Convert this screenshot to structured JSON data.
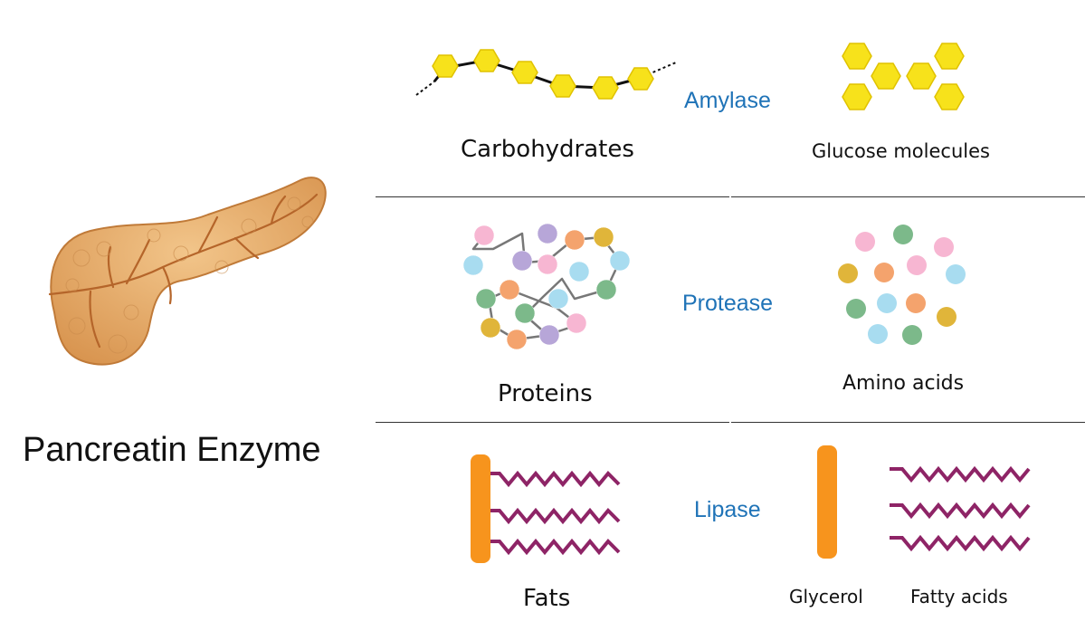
{
  "main_title": "Pancreatin Enzyme",
  "colors": {
    "enzyme_text": "#1f73b7",
    "hexagon": "#f7e21b",
    "hexagon_stroke": "#e0c200",
    "glycerol": "#f7941d",
    "fatty_acid": "#8e2466",
    "pancreas": "#e2a764",
    "amino_colors": [
      "#f7b6d2",
      "#a8dcf0",
      "#b7a6d8",
      "#f4a36d",
      "#7cb98a",
      "#e0b53a"
    ]
  },
  "rows": [
    {
      "enzyme": "Amylase",
      "substrate": "Carbohydrates",
      "products": [
        "Glucose molecules"
      ]
    },
    {
      "enzyme": "Protease",
      "substrate": "Proteins",
      "products": [
        "Amino acids"
      ]
    },
    {
      "enzyme": "Lipase",
      "substrate": "Fats",
      "products": [
        "Glycerol",
        "Fatty acids"
      ]
    }
  ]
}
